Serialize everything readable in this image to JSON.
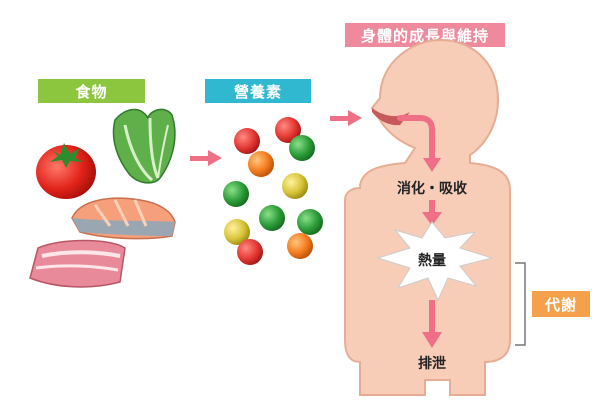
{
  "labels": {
    "food": "食物",
    "nutrients": "營養素",
    "body_title": "身體的成長與維持",
    "metabolism": "代謝"
  },
  "flow": {
    "digestion": "消化・吸收",
    "heat": "熱量",
    "excretion": "排泄"
  },
  "colors": {
    "food_label": "#8cc63f",
    "nutrients_label": "#2fb8d0",
    "body_title_label": "#ef8a9c",
    "metabolism_label": "#f5a04a",
    "arrow": "#ef6f86",
    "body_fill": "#f7cdb8"
  },
  "icons": [
    "tomato-icon",
    "lettuce-icon",
    "salmon-icon",
    "meat-icon",
    "nutrient-ball-icon"
  ]
}
